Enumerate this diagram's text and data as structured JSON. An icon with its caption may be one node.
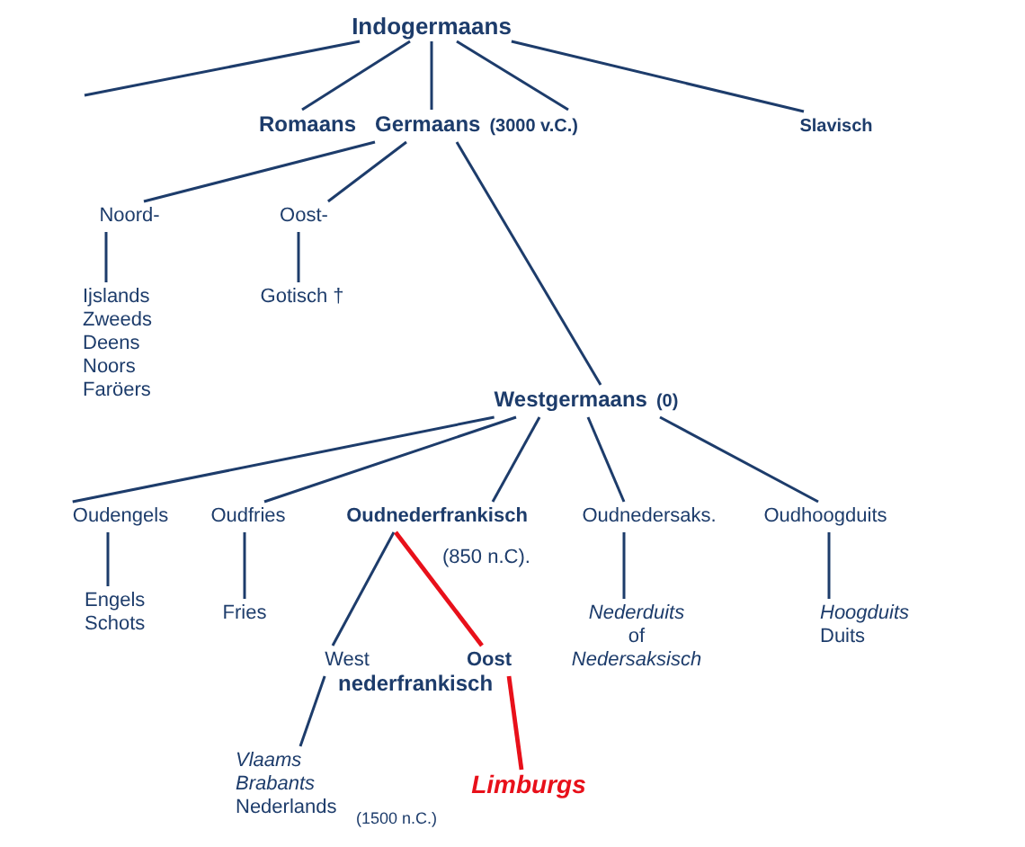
{
  "diagram": {
    "nodes": [
      {
        "text": [
          "Indogermaans"
        ]
      },
      {
        "text": [
          "Romaans"
        ]
      },
      {
        "text": [
          "Germaans",
          "(3000 v.C.)"
        ]
      },
      {
        "text": [
          "Slavisch"
        ]
      },
      {
        "text": [
          "Noord-"
        ]
      },
      {
        "text": [
          "Oost-"
        ]
      },
      {
        "text": [
          "Ijslands",
          "Zweeds",
          "Deens",
          "Noors",
          "Faröers"
        ]
      },
      {
        "text": [
          "Gotisch †"
        ]
      },
      {
        "text": [
          "Westgermaans",
          "(0)"
        ]
      },
      {
        "text": [
          "Oudengels"
        ]
      },
      {
        "text": [
          "Oudfries"
        ]
      },
      {
        "text": [
          "Oudnederfrankisch"
        ],
        "beside": [
          "(850 n.C)."
        ]
      },
      {
        "text": [
          "Oudnedersaks."
        ]
      },
      {
        "text": [
          "Oudhoogduits"
        ]
      },
      {
        "text": [
          "Engels",
          "Schots"
        ]
      },
      {
        "text": [
          "Fries"
        ]
      },
      {
        "text": [
          "*Nederduits*",
          "of",
          "*Nedersaksisch*"
        ]
      },
      {
        "text": [
          "*Hoogduits*",
          "Duits"
        ]
      },
      {
        "text": [
          "West"
        ]
      },
      {
        "text": [
          "Oost"
        ]
      },
      {
        "text": [
          "*Vlaams*",
          "*Brabants*",
          "Nederlands"
        ],
        "beside": [
          "(1500 n.C.)"
        ]
      },
      {
        "text": [
          "Limburgs"
        ]
      }
    ],
    "edges": [
      {
        "from": 0,
        "to": null,
        "arrow": "none"
      },
      {
        "from": 0,
        "to": 1,
        "arrow": "none"
      },
      {
        "from": 0,
        "to": 2,
        "arrow": "none"
      },
      {
        "from": 0,
        "to": 2,
        "arrow": "none"
      },
      {
        "from": 0,
        "to": 3,
        "arrow": "none"
      },
      {
        "from": 2,
        "to": 4,
        "arrow": "none"
      },
      {
        "from": 2,
        "to": 5,
        "arrow": "none"
      },
      {
        "from": 2,
        "to": 8,
        "arrow": "none"
      },
      {
        "from": 4,
        "to": 6,
        "arrow": "none"
      },
      {
        "from": 5,
        "to": 7,
        "arrow": "none"
      },
      {
        "from": 8,
        "to": 9,
        "arrow": "none"
      },
      {
        "from": 8,
        "to": 10,
        "arrow": "none"
      },
      {
        "from": 8,
        "to": 11,
        "arrow": "none"
      },
      {
        "from": 8,
        "to": 12,
        "arrow": "none"
      },
      {
        "from": 8,
        "to": 13,
        "arrow": "none"
      },
      {
        "from": 9,
        "to": 14,
        "arrow": "none"
      },
      {
        "from": 10,
        "to": 15,
        "arrow": "none"
      },
      {
        "from": 12,
        "to": 16,
        "arrow": "none"
      },
      {
        "from": 13,
        "to": 17,
        "arrow": "none"
      },
      {
        "from": 11,
        "to": 18,
        "arrow": "none"
      },
      {
        "from": 11,
        "to": 19,
        "arrow": "none",
        "color": "#e8101a"
      },
      {
        "from": 18,
        "to": 20,
        "arrow": "none"
      },
      {
        "from": 19,
        "to": 21,
        "arrow": "none",
        "color": "#e8101a"
      }
    ],
    "labels": [
      "nederfrankisch"
    ]
  }
}
